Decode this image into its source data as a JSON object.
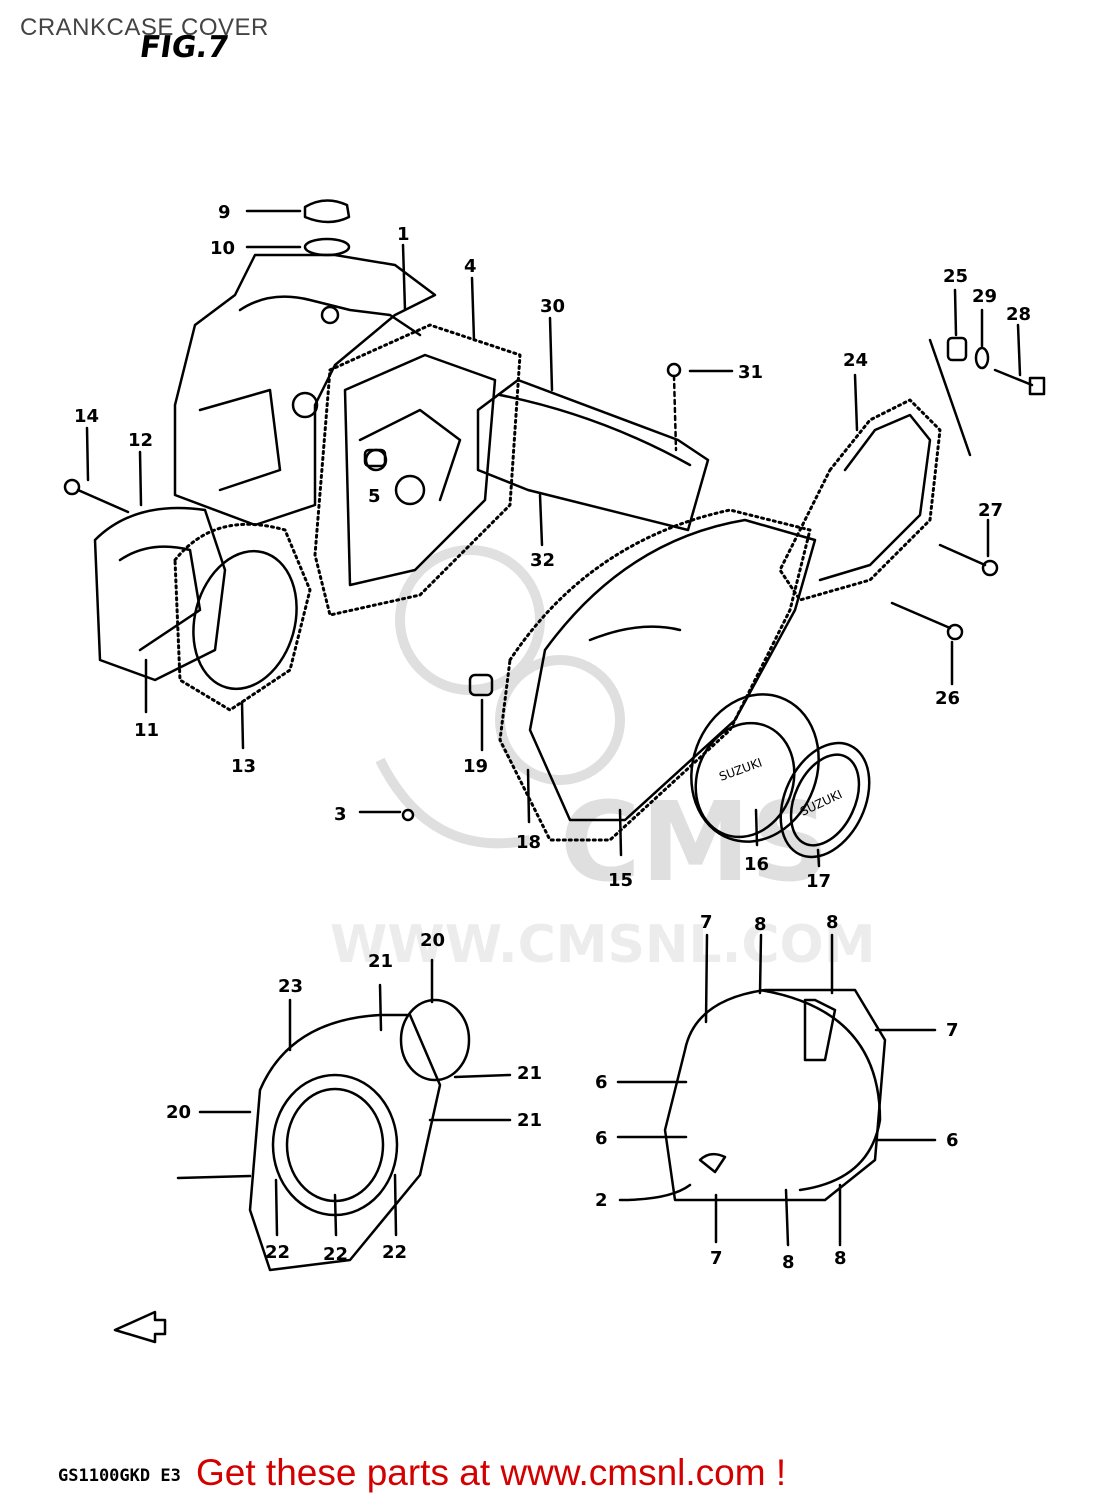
{
  "header": {
    "title": "CRANKCASE COVER",
    "figure": "FIG.7"
  },
  "watermark": {
    "text": "WWW.CMSNL.COM",
    "color": "#b0b0b0"
  },
  "callouts": [
    {
      "id": "c9",
      "label": "9"
    },
    {
      "id": "c10",
      "label": "10"
    },
    {
      "id": "c1",
      "label": "1"
    },
    {
      "id": "c4",
      "label": "4"
    },
    {
      "id": "c30",
      "label": "30"
    },
    {
      "id": "c31",
      "label": "31"
    },
    {
      "id": "c25",
      "label": "25"
    },
    {
      "id": "c29",
      "label": "29"
    },
    {
      "id": "c28",
      "label": "28"
    },
    {
      "id": "c24",
      "label": "24"
    },
    {
      "id": "c14",
      "label": "14"
    },
    {
      "id": "c12",
      "label": "12"
    },
    {
      "id": "c5",
      "label": "5"
    },
    {
      "id": "c32",
      "label": "32"
    },
    {
      "id": "c27",
      "label": "27"
    },
    {
      "id": "c26",
      "label": "26"
    },
    {
      "id": "c11",
      "label": "11"
    },
    {
      "id": "c13",
      "label": "13"
    },
    {
      "id": "c19",
      "label": "19"
    },
    {
      "id": "c3",
      "label": "3"
    },
    {
      "id": "c18",
      "label": "18"
    },
    {
      "id": "c15",
      "label": "15"
    },
    {
      "id": "c16",
      "label": "16"
    },
    {
      "id": "c17",
      "label": "17"
    },
    {
      "id": "c20a",
      "label": "20"
    },
    {
      "id": "c21a",
      "label": "21"
    },
    {
      "id": "c23",
      "label": "23"
    },
    {
      "id": "c21b",
      "label": "21"
    },
    {
      "id": "c21c",
      "label": "21"
    },
    {
      "id": "c20b",
      "label": "20"
    },
    {
      "id": "c22a",
      "label": "22"
    },
    {
      "id": "c22b",
      "label": "22"
    },
    {
      "id": "c22c",
      "label": "22"
    },
    {
      "id": "c7a",
      "label": "7"
    },
    {
      "id": "c8a",
      "label": "8"
    },
    {
      "id": "c8b",
      "label": "8"
    },
    {
      "id": "c7b",
      "label": "7"
    },
    {
      "id": "c6a",
      "label": "6"
    },
    {
      "id": "c6b",
      "label": "6"
    },
    {
      "id": "c6c",
      "label": "6"
    },
    {
      "id": "c2",
      "label": "2"
    },
    {
      "id": "c7c",
      "label": "7"
    },
    {
      "id": "c8c",
      "label": "8"
    },
    {
      "id": "c8d",
      "label": "8"
    }
  ],
  "footer": {
    "model_code": "GS1100GKD E3",
    "cta": "Get these parts at www.cmsnl.com !",
    "cta_color": "#d40000"
  }
}
